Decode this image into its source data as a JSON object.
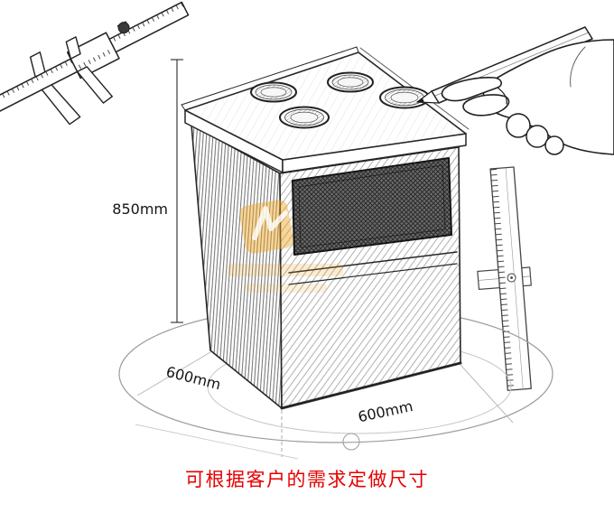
{
  "scene": {
    "type": "product-dimension-sketch",
    "caption": {
      "text": "可根据客户的需求定做尺寸",
      "color": "#e60000"
    },
    "dimension_labels": {
      "height": "850mm",
      "bottom_left": "600mm",
      "bottom_right": "600mm"
    },
    "icons": {
      "caliper": "vernier-caliper-icon",
      "hand": "hand-holding-pencil-icon",
      "ruler": "steel-rule-icon",
      "base": "rotation-ellipse-guide"
    },
    "colors": {
      "sketch_line": "#262626",
      "guide_line": "#9b9b9b",
      "watermark_orange": "#f0a31e",
      "caption_red": "#e60000",
      "background": "#ffffff"
    }
  }
}
